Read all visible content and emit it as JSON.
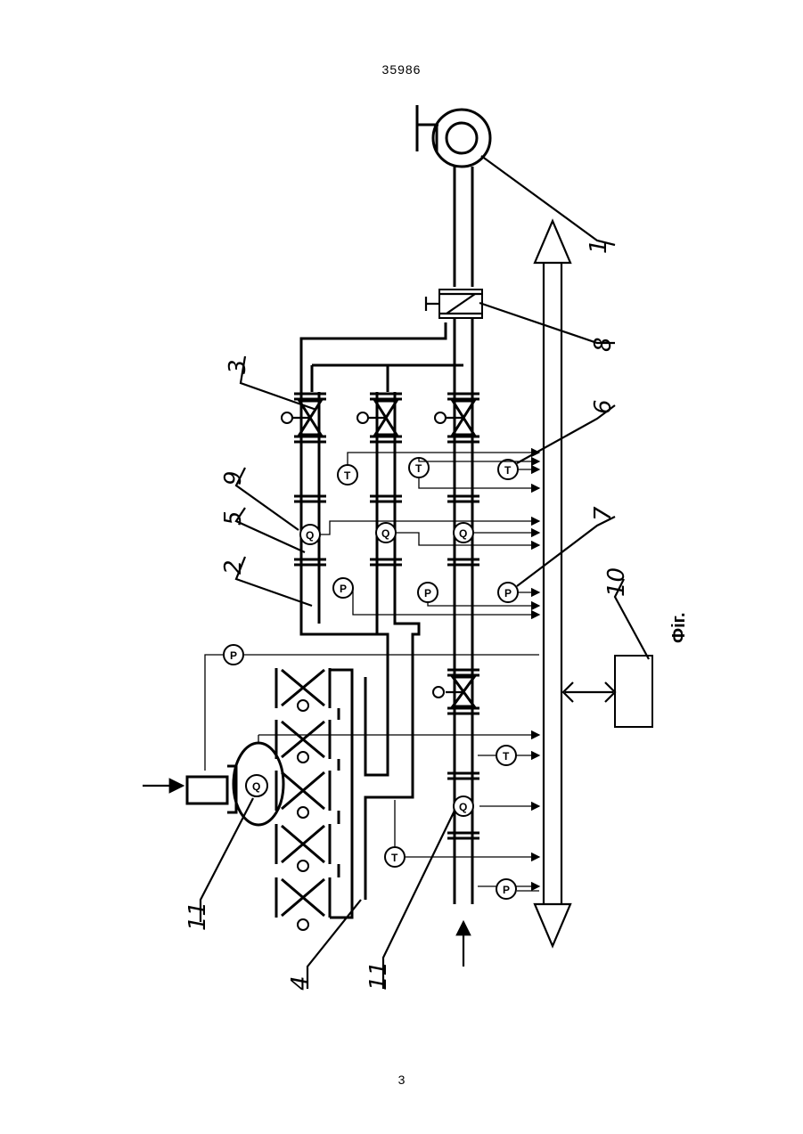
{
  "header": {
    "doc_number": "35986"
  },
  "footer": {
    "page_number": "3"
  },
  "figure": {
    "caption": "Фіг.",
    "labels": {
      "l1": "1",
      "l2": "2",
      "l3": "3",
      "l4": "4",
      "l5": "5",
      "l6": "6",
      "l7": "7",
      "l8": "8",
      "l9": "9",
      "l10": "10",
      "l11a": "11",
      "l11b": "11"
    },
    "instruments": {
      "temperature": "T",
      "pressure": "P",
      "flow": "Q"
    }
  }
}
